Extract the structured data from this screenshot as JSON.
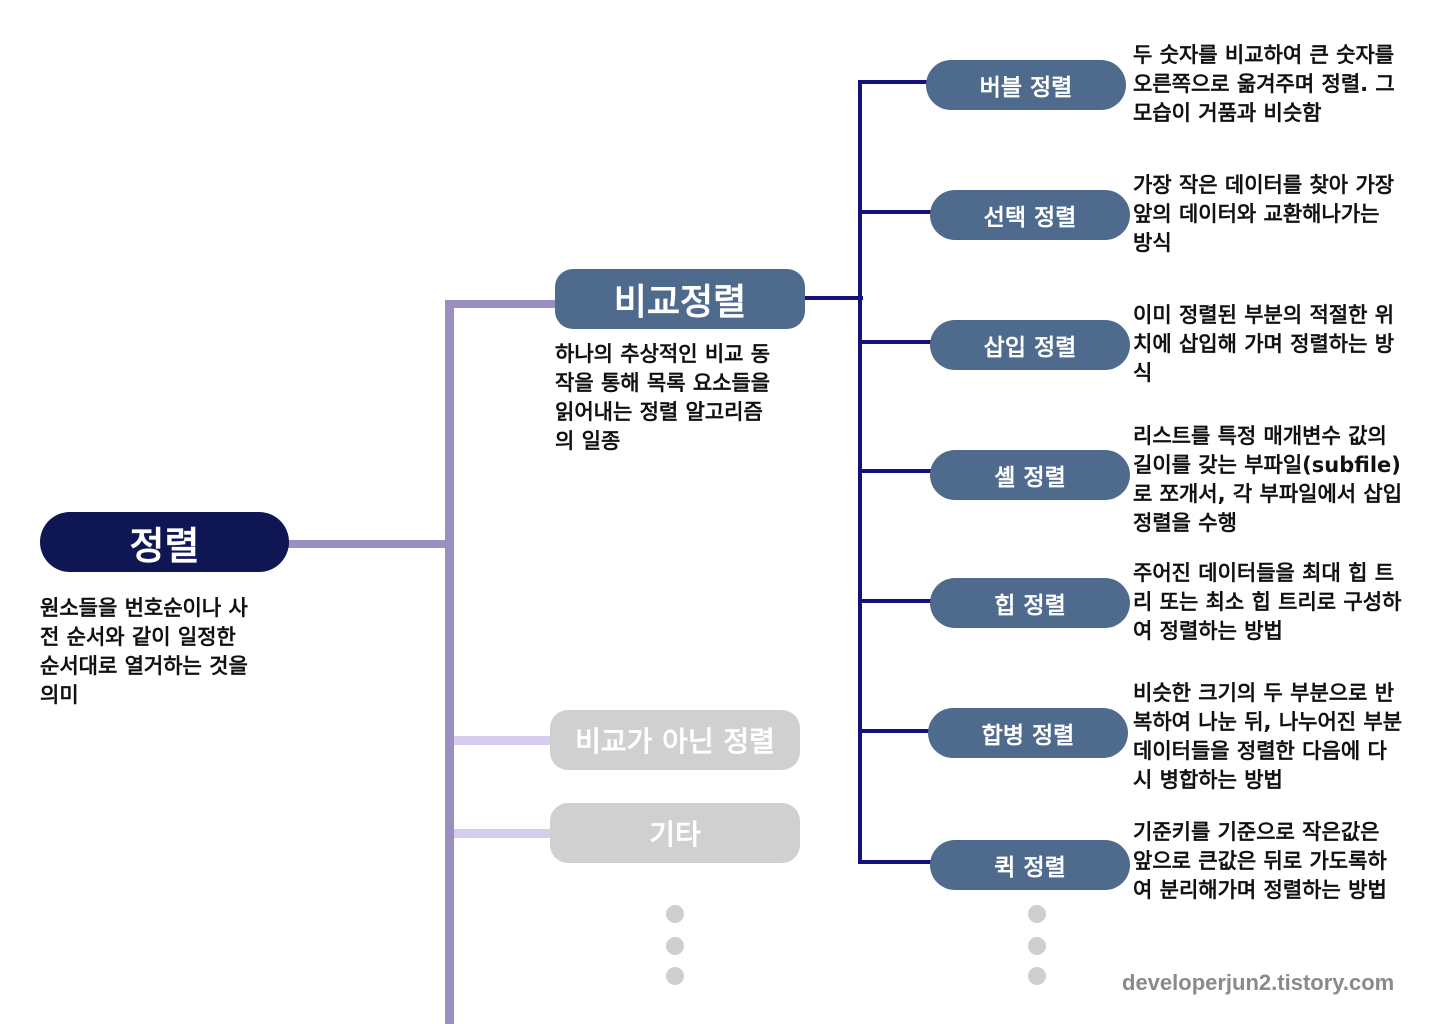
{
  "colors": {
    "root_fill": "#0f1654",
    "branch_fill": "#4e6a8c",
    "leaf_fill": "#4e6a8c",
    "inactive_fill": "#d0d0d0",
    "trunk_line": "#9a8fc0",
    "inactive_line": "#d6ccf0",
    "leaf_line": "#14127a",
    "dot": "#cfcfcf",
    "watermark": "#8a8a8a"
  },
  "root": {
    "label": "정렬",
    "description": "원소들을 번호순이나 사\n전 순서와 같이 일정한\n순서대로 열거하는 것을\n의미"
  },
  "branches": [
    {
      "label": "비교정렬",
      "description": "하나의 추상적인 비교 동\n작을 통해 목록 요소들을\n읽어내는 정렬 알고리즘\n의 일종"
    },
    {
      "label": "비교가 아닌 정렬"
    },
    {
      "label": "기타"
    }
  ],
  "leaves": [
    {
      "label": "버블 정렬",
      "description": "두 숫자를 비교하여 큰 숫자를\n오른쪽으로 옮겨주며 정렬. 그\n모습이 거품과 비슷함"
    },
    {
      "label": "선택 정렬",
      "description": "가장 작은 데이터를 찾아 가장\n앞의 데이터와 교환해나가는\n방식"
    },
    {
      "label": "삽입 정렬",
      "description": "이미 정렬된 부분의 적절한 위\n치에 삽입해 가며 정렬하는 방\n식"
    },
    {
      "label": "셸 정렬",
      "description": "리스트를 특정 매개변수 값의\n길이를 갖는 부파일(subfile)\n로 쪼개서, 각 부파일에서 삽입\n정렬을 수행"
    },
    {
      "label": "힙 정렬",
      "description": "주어진 데이터들을 최대 힙 트\n리 또는 최소 힙 트리로 구성하\n여 정렬하는 방법"
    },
    {
      "label": "합병 정렬",
      "description": "비슷한 크기의 두 부분으로 반\n복하여 나눈 뒤, 나누어진 부분\n데이터들을 정렬한 다음에 다\n시 병합하는 방법"
    },
    {
      "label": "퀵 정렬",
      "description": "기준키를 기준으로 작은값은\n앞으로 큰값은 뒤로 가도록하\n여 분리해가며 정렬하는 방법"
    }
  ],
  "watermark": "developerjun2.tistory.com"
}
